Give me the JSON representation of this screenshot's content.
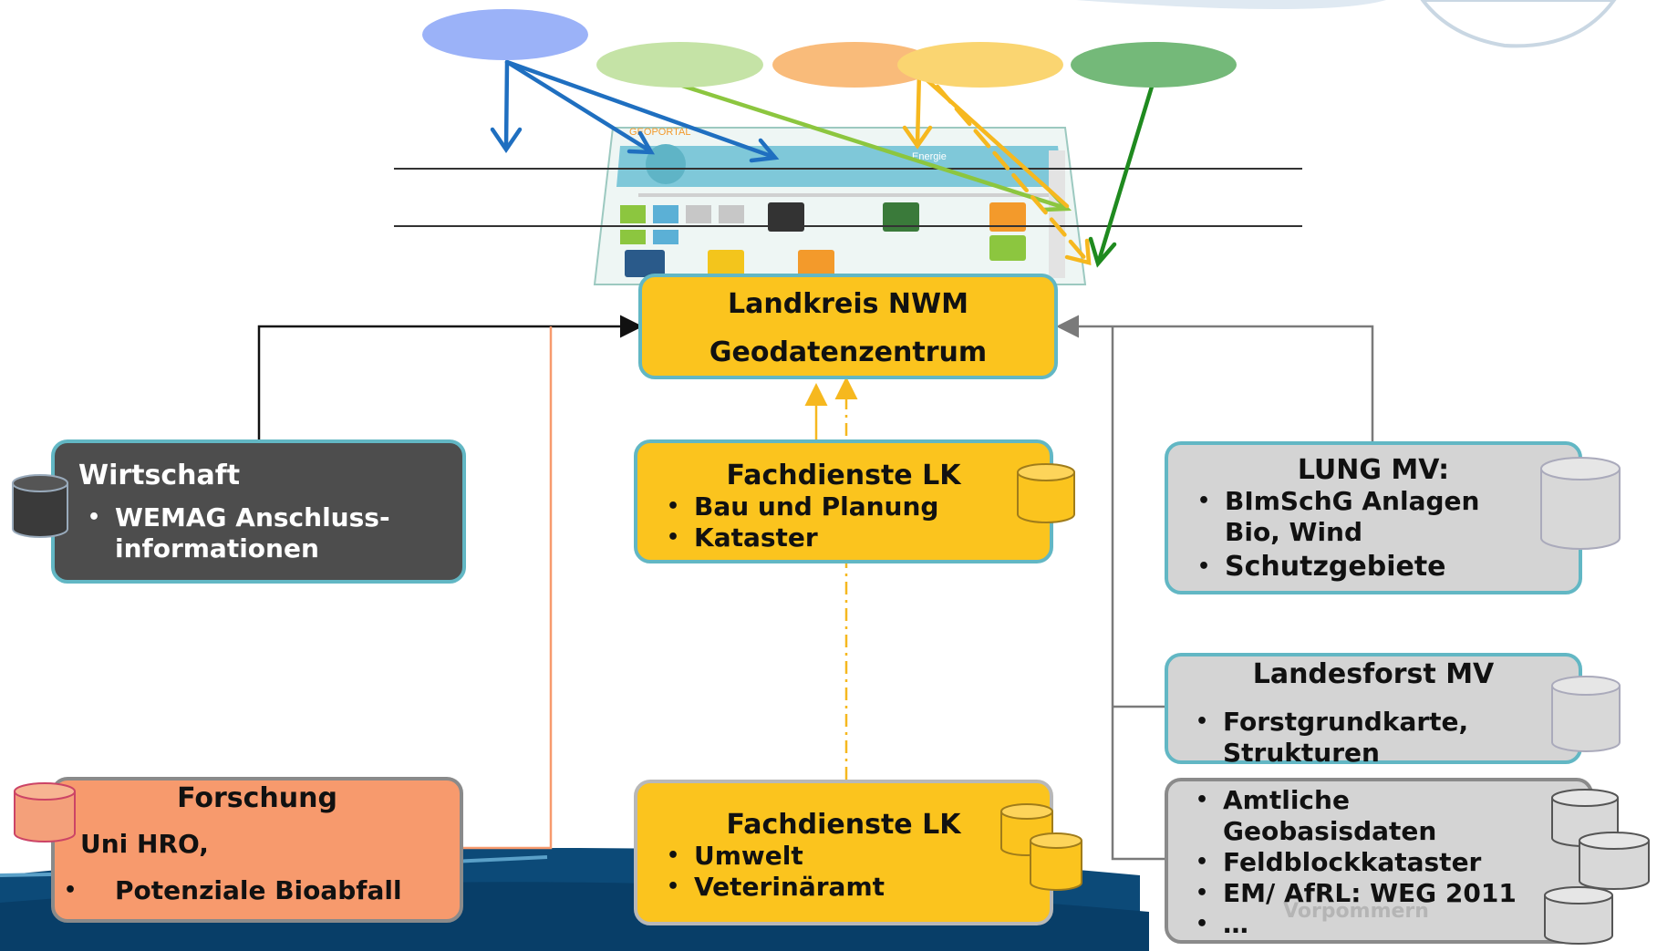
{
  "colors": {
    "ellipses": [
      "#9bb2f8",
      "#c5e3a6",
      "#f9bb7a",
      "#fad571",
      "#74b979"
    ],
    "yellow": "#fbc41e",
    "grey": "#d4d4d4",
    "dark": "#4d4d4d",
    "orange": "#f79a6d",
    "teal_border": "#62b7c4"
  },
  "portal": {
    "header": "GEOPORTAL",
    "tab": "Energie"
  },
  "center": {
    "line1": "Landkreis NWM",
    "line2": "Geodatenzentrum"
  },
  "wirtschaft": {
    "title": "Wirtschaft",
    "items": [
      "WEMAG Anschluss-informationen"
    ]
  },
  "forschung": {
    "title": "Forschung",
    "subtitle": "Uni HRO,",
    "items": [
      "Potenziale Bioabfall"
    ]
  },
  "fachdienste1": {
    "title": "Fachdienste LK",
    "items": [
      "Bau und Planung",
      "Kataster"
    ]
  },
  "fachdienste2": {
    "title": "Fachdienste LK",
    "items": [
      "Umwelt",
      "Veterinäramt"
    ]
  },
  "lung": {
    "title": "LUNG MV:",
    "items": [
      "BImSchG Anlagen Bio, Wind",
      "Schutzgebiete"
    ]
  },
  "landesforst": {
    "title": "Landesforst MV",
    "items": [
      "Forstgrundkarte, Strukturen"
    ]
  },
  "amtlich": {
    "items": [
      "Amtliche Geobasisdaten",
      "Feldblockkataster",
      "EM/ AfRL: WEG 2011",
      "…"
    ]
  },
  "watermark": {
    "line1": "Vorpommern"
  }
}
